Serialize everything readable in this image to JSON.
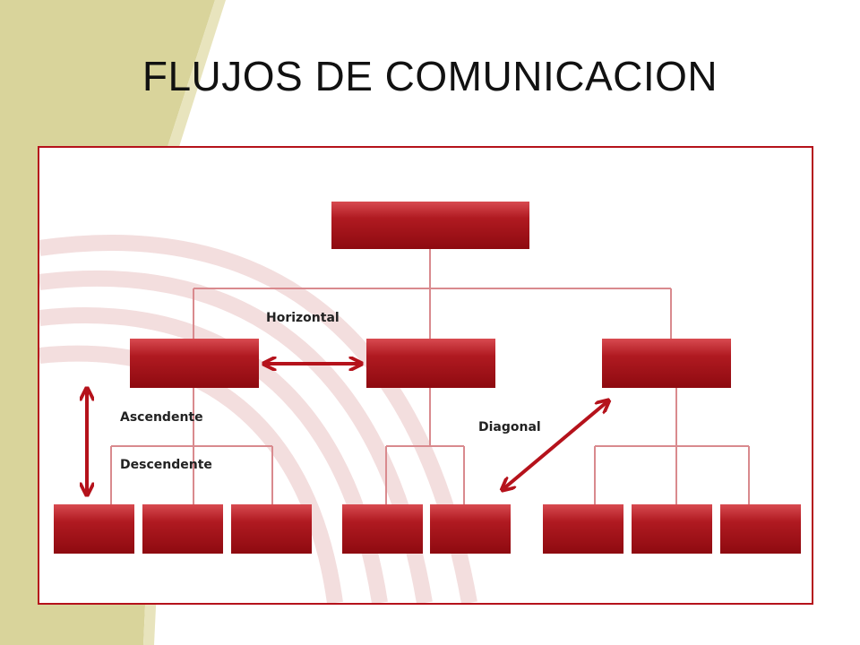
{
  "slide": {
    "title": "FLUJOS DE COMUNICACION"
  },
  "diagram": {
    "labels": {
      "horizontal": "Horizontal",
      "ascendente": "Ascendente",
      "descendente": "Descendente",
      "diagonal": "Diagonal"
    }
  },
  "colors": {
    "box_fill": "#a30d14",
    "box_highlight": "#d23a40",
    "connector": "#d98a8e",
    "arrow": "#b5121b",
    "frame_border": "#b5121b",
    "band": "#d9d49b"
  }
}
